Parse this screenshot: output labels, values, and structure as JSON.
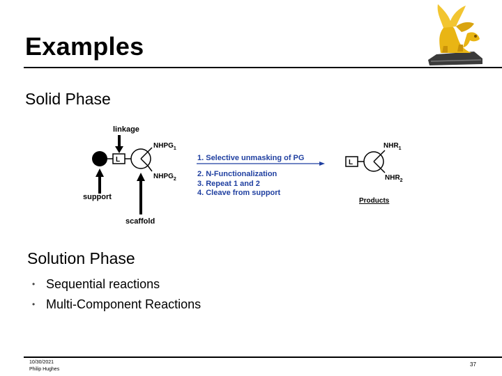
{
  "slide": {
    "title": "Examples",
    "section_solid": "Solid Phase",
    "section_solution": "Solution Phase",
    "bullets": [
      "Sequential reactions",
      "Multi-Component Reactions"
    ]
  },
  "diagram": {
    "linkage_label": "linkage",
    "support_label": "support",
    "scaffold_label": "scaffold",
    "linker_box": "L",
    "pg1_main": "NHPG",
    "pg1_sub": "1",
    "pg2_main": "NHPG",
    "pg2_sub": "2",
    "steps": [
      "1. Selective unmasking of PG",
      "2. N-Functionalization",
      "3. Repeat 1 and 2",
      "4. Cleave from support"
    ],
    "product_box": "L",
    "r1_main": "NHR",
    "r1_sub": "1",
    "r2_main": "NHR",
    "r2_sub": "2",
    "products_label": "Products",
    "arrow_color": "#1f3fa0"
  },
  "footer": {
    "date": "10/30/2021",
    "author": "Philip Hughes",
    "page": "37"
  },
  "logo": {
    "icon": "winged-lion-logo-icon",
    "gold": "#e9b514",
    "base": "#333333"
  }
}
